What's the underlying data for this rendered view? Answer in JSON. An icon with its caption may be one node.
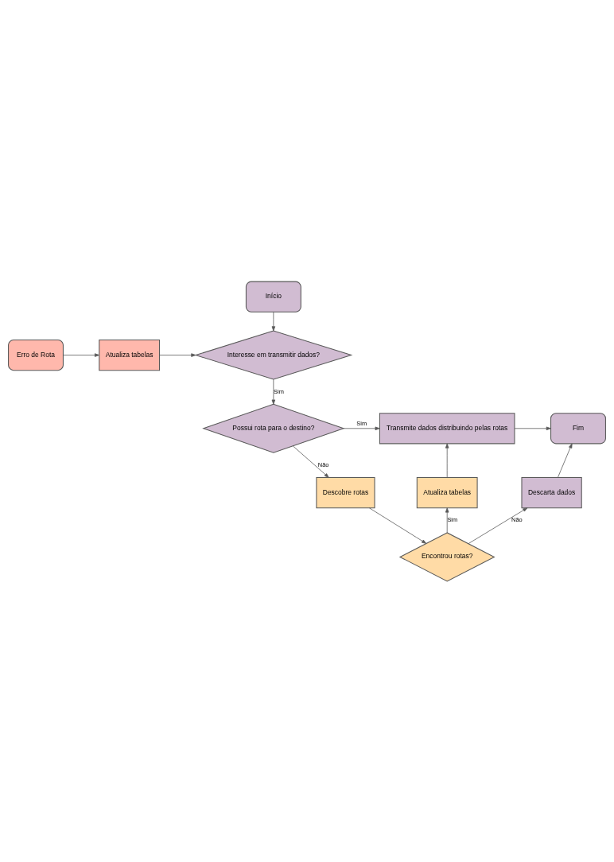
{
  "diagram": {
    "nodes": [
      {
        "text": [
          "Início"
        ]
      },
      {
        "text": [
          "Interesse em transmitir dados?"
        ]
      },
      {
        "text": [
          "Atualiza tabelas"
        ]
      },
      {
        "text": [
          "Erro de Rota"
        ]
      },
      {
        "text": [
          "Possui rota para o destino?"
        ]
      },
      {
        "text": [
          "Transmite dados distribuindo pelas rotas"
        ]
      },
      {
        "text": [
          "Fim"
        ]
      },
      {
        "text": [
          "Descobre rotas"
        ]
      },
      {
        "text": [
          "Atualiza tabelas"
        ]
      },
      {
        "text": [
          "Descarta dados"
        ]
      },
      {
        "text": [
          "Encontrou rotas?"
        ]
      }
    ],
    "edges": [
      {
        "from": 0,
        "to": 1,
        "arrow": "to"
      },
      {
        "from": 3,
        "to": 2,
        "arrow": "to"
      },
      {
        "from": 2,
        "to": 1,
        "arrow": "to"
      },
      {
        "from": 1,
        "to": 4,
        "label": "Sim",
        "arrow": "to"
      },
      {
        "from": 4,
        "to": 5,
        "label": "Sim",
        "arrow": "to"
      },
      {
        "from": 5,
        "to": 6,
        "arrow": "to"
      },
      {
        "from": 4,
        "to": 7,
        "label": "Não",
        "arrow": "to"
      },
      {
        "from": 7,
        "to": 10,
        "arrow": "to"
      },
      {
        "from": 10,
        "to": 8,
        "label": "Sim",
        "arrow": "to"
      },
      {
        "from": 8,
        "to": 5,
        "arrow": "to"
      },
      {
        "from": 10,
        "to": 9,
        "label": "Não",
        "arrow": "to"
      },
      {
        "from": 9,
        "to": 6,
        "arrow": "to"
      }
    ]
  }
}
